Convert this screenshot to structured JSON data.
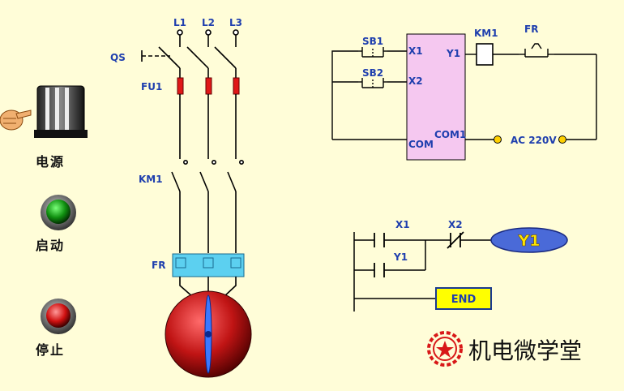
{
  "controls": {
    "power_label": "电源",
    "start_label": "启动",
    "stop_label": "停止"
  },
  "main_circuit": {
    "phases": [
      "L1",
      "L2",
      "L3"
    ],
    "isolator": "QS",
    "fuse": "FU1",
    "contactor": "KM1",
    "overload": "FR"
  },
  "plc_wiring": {
    "inputs": [
      "SB1",
      "SB2"
    ],
    "input_terminals": [
      "X1",
      "X2"
    ],
    "output_terminal": "Y1",
    "common": "COM",
    "output_common": "COM1",
    "coil": "KM1",
    "overload": "FR",
    "supply": "AC 220V"
  },
  "ladder": {
    "contact_x1": "X1",
    "contact_x2": "X2",
    "seal_contact": "Y1",
    "coil": "Y1",
    "end": "END"
  },
  "brand": "机电微学堂",
  "colors": {
    "background": "#fffdd8",
    "label_blue": "#1f3fae",
    "plc_box": "#f5c8f0",
    "fuse_red": "#e01818",
    "overload_cyan": "#5cd0f0",
    "end_box": "#ffff00",
    "coil_oval": "#4a6ad8",
    "brand_red": "#d81818"
  }
}
